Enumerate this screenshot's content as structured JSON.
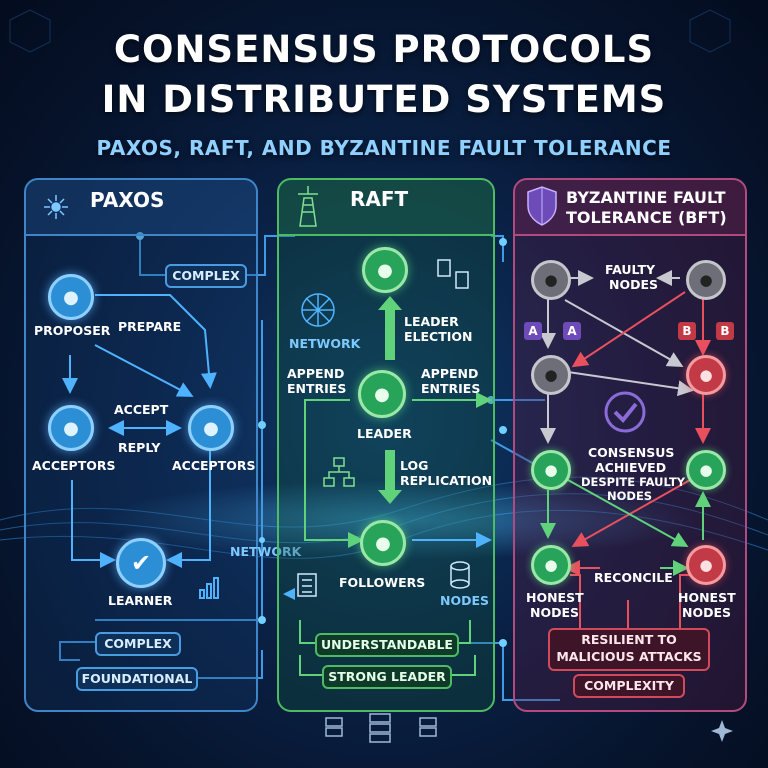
{
  "header": {
    "title_line1": "CONSENSUS PROTOCOLS",
    "title_line2": "IN DISTRIBUTED SYSTEMS",
    "subtitle": "PAXOS, RAFT, AND BYZANTINE FAULT TOLERANCE"
  },
  "paxos": {
    "title": "PAXOS",
    "complex_top": "COMPLEX",
    "proposer": "PROPOSER",
    "prepare": "PREPARE",
    "accept": "ACCEPT",
    "reply": "REPLY",
    "acceptors_left": "ACCEPTORS",
    "acceptors_right": "ACCEPTORS",
    "network": "NETWORK",
    "learner": "LEARNER",
    "complex_bottom": "COMPLEX",
    "foundational": "FOUNDATIONAL"
  },
  "raft": {
    "title": "RAFT",
    "network": "NETWORK",
    "leader_election_1": "LEADER",
    "leader_election_2": "ELECTION",
    "append_left_1": "APPEND",
    "append_left_2": "ENTRIES",
    "append_right_1": "APPEND",
    "append_right_2": "ENTRIES",
    "leader": "LEADER",
    "log_1": "LOG",
    "log_2": "REPLICATION",
    "followers": "FOLLOWERS",
    "nodes": "NODES",
    "understandable": "UNDERSTANDABLE",
    "strong_leader": "STRONG LEADER"
  },
  "bft": {
    "title_1": "BYZANTINE FAULT",
    "title_2": "TOLERANCE (BFT)",
    "faulty_1": "FAULTY",
    "faulty_2": "NODES",
    "badge_a": "A",
    "badge_b": "B",
    "consensus_1": "CONSENSUS",
    "consensus_2": "ACHIEVED",
    "consensus_3": "DESPITE FAULTY",
    "consensus_4": "NODES",
    "reconcile": "RECONCILE",
    "honest_left_1": "HONEST",
    "honest_left_2": "NODES",
    "honest_right_1": "HONEST",
    "honest_right_2": "NODES",
    "resilient_1": "RESILIENT TO",
    "resilient_2": "MALICIOUS ATTACKS",
    "complexity": "COMPLEXITY"
  },
  "colors": {
    "paxos": "#3e86c9",
    "raft": "#4cbb63",
    "bft": "#b24a7f"
  },
  "icons": [
    "star-network-icon",
    "lighthouse-icon",
    "shield-icon",
    "user-icon",
    "checkmark-icon",
    "document-swap-icon",
    "globe-network-icon",
    "hierarchy-icon",
    "database-icon",
    "server-icon",
    "bar-chart-icon",
    "sparkle-icon"
  ]
}
